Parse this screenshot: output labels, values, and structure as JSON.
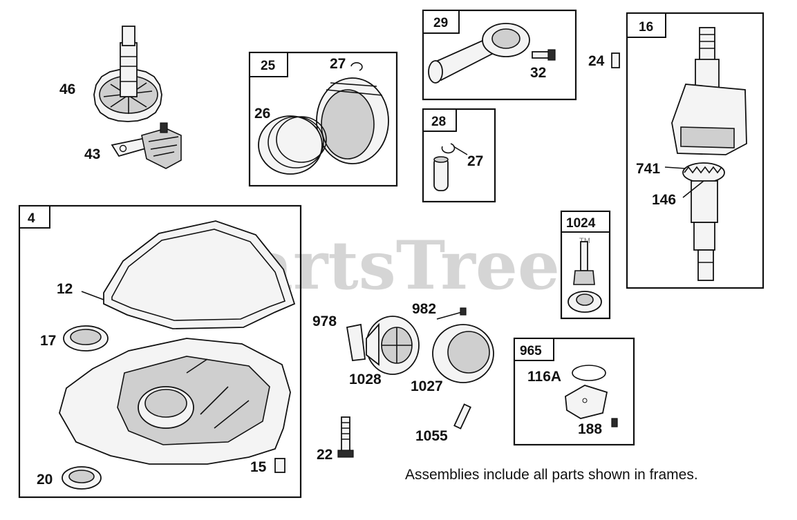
{
  "frames": {
    "f25": "25",
    "f29": "29",
    "f28": "28",
    "f16": "16",
    "f4": "4",
    "f1024": "1024",
    "f965": "965"
  },
  "parts": {
    "p46": "46",
    "p43": "43",
    "p27a": "27",
    "p26": "26",
    "p32": "32",
    "p27b": "27",
    "p24": "24",
    "p741": "741",
    "p146": "146",
    "p12": "12",
    "p17": "17",
    "p20": "20",
    "p15": "15",
    "p978": "978",
    "p982": "982",
    "p1028": "1028",
    "p1027": "1027",
    "p22": "22",
    "p1055": "1055",
    "p116a": "116A",
    "p188": "188"
  },
  "watermark": "PartsTree",
  "trademark": "TM",
  "note": "Assemblies include all parts shown in frames."
}
